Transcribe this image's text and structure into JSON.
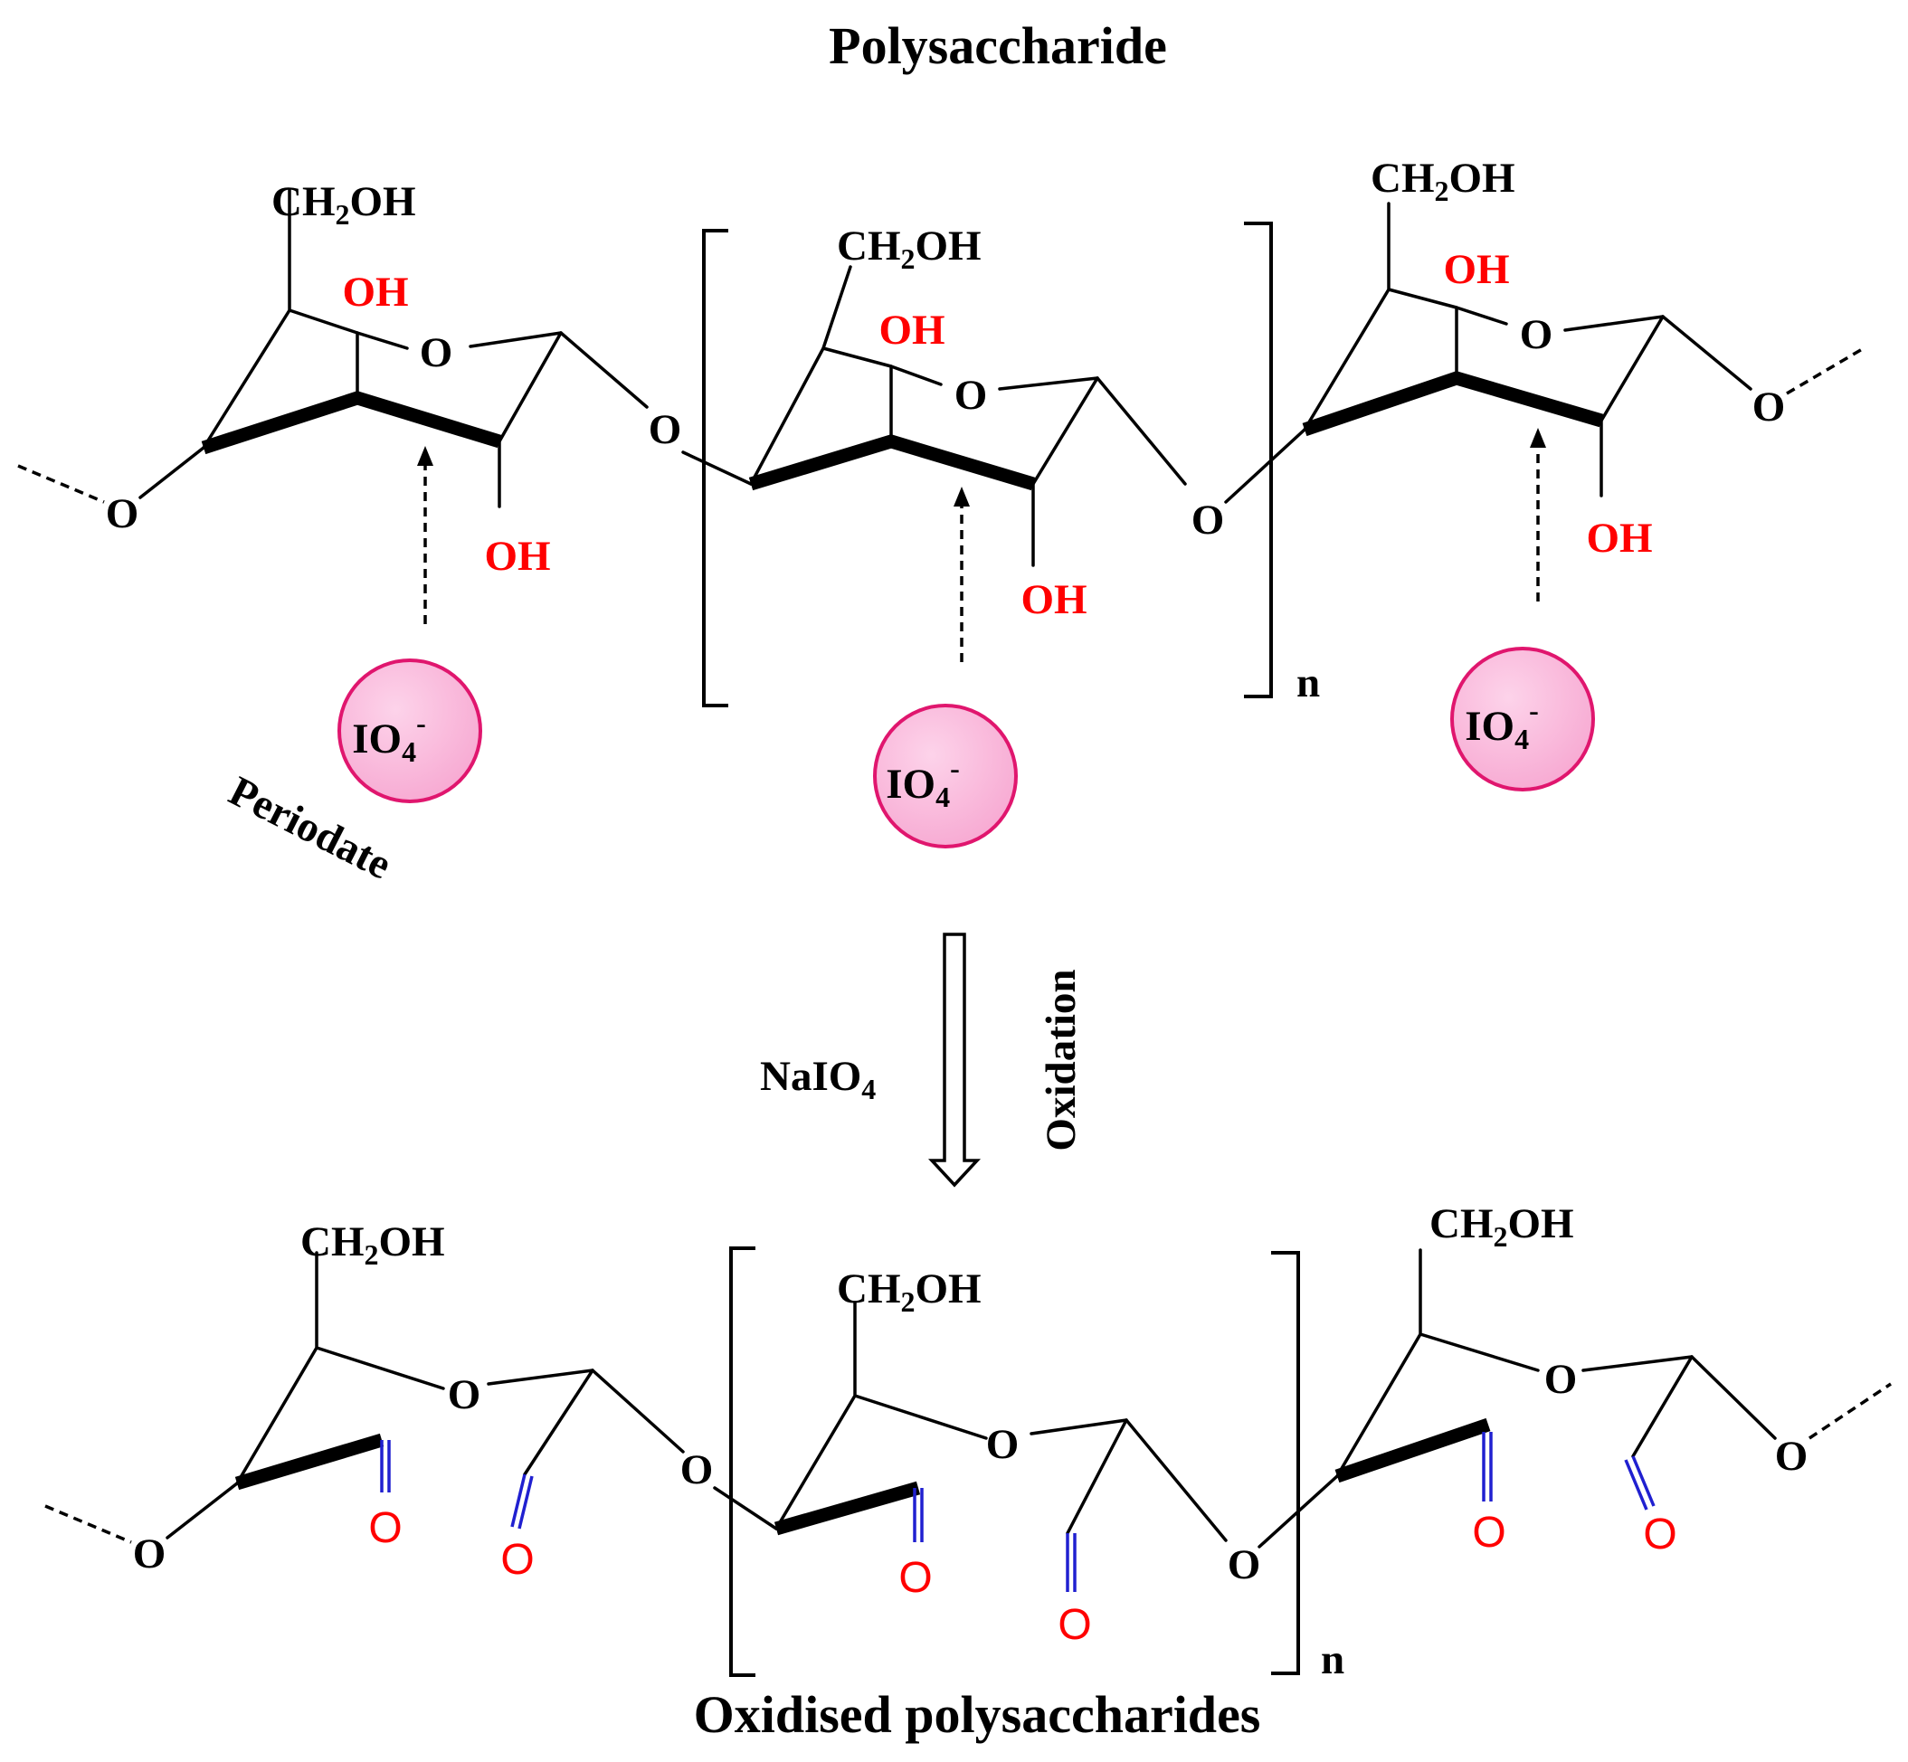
{
  "title_top": "Polysaccharide",
  "title_bottom": "Oxidised polysaccharides",
  "reagent": "NaIO",
  "reagent_sub": "4",
  "process": "Oxidation",
  "periodate_label": "Periodate",
  "ion": {
    "base": "IO",
    "sub": "4",
    "sup": "-"
  },
  "ch2oh": {
    "pre": "CH",
    "sub": "2",
    "post": "OH"
  },
  "oh": "OH",
  "oxygen": "O",
  "repeat": "n",
  "colors": {
    "hydroxyl": "#ff0000",
    "carbonyl_bond": "#2020d0",
    "ion_fill": "#f9b0d6",
    "ion_stroke": "#e0166e"
  }
}
